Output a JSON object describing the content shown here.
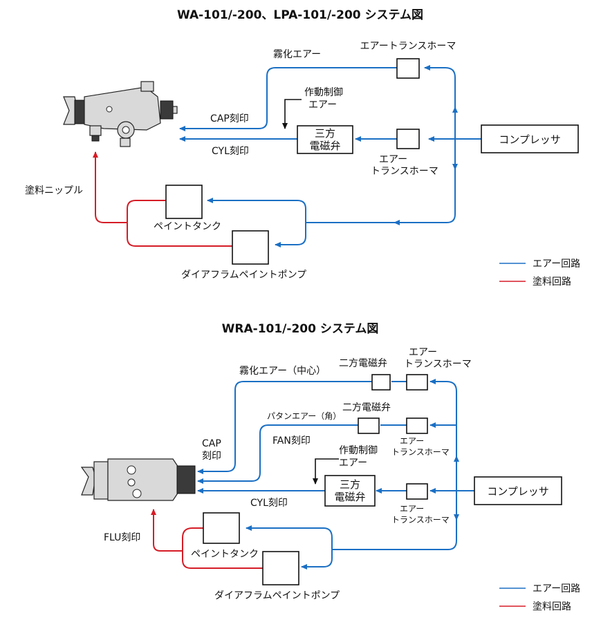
{
  "diagram1": {
    "title": "WA-101/-200、LPA-101/-200 システム図",
    "atomizing_air": "霧化エアー",
    "transformer_top": "エアートランスホーマ",
    "pilot_air_1": "作動制御",
    "pilot_air_2": "エアー",
    "cap_mark": "CAP刻印",
    "cyl_mark": "CYL刻印",
    "valve_1": "三方",
    "valve_2": "電磁弁",
    "transformer_low_1": "エアー",
    "transformer_low_2": "トランスホーマ",
    "compressor": "コンプレッサ",
    "paint_nipple": "塗料ニップル",
    "paint_tank": "ペイントタンク",
    "pump": "ダイアフラムペイントポンプ",
    "legend_air": "エアー回路",
    "legend_paint": "塗料回路"
  },
  "diagram2": {
    "title": "WRA-101/-200 システム図",
    "atomizing_air": "霧化エアー（中心）",
    "two_way_valve_1": "二方電磁弁",
    "transformer_top_1": "エアー",
    "transformer_top_2": "トランスホーマ",
    "pattern_air": "パタンエアー（角）",
    "two_way_valve_2": "二方電磁弁",
    "cap_mark_1": "CAP",
    "cap_mark_2": "刻印",
    "fan_mark": "FAN刻印",
    "transformer_mid_1": "エアー",
    "transformer_mid_2": "トランスホーマ",
    "pilot_air_1": "作動制御",
    "pilot_air_2": "エアー",
    "valve_1": "三方",
    "valve_2": "電磁弁",
    "cyl_mark": "CYL刻印",
    "transformer_low_1": "エアー",
    "transformer_low_2": "トランスホーマ",
    "compressor": "コンプレッサ",
    "flu_mark": "FLU刻印",
    "paint_tank": "ペイントタンク",
    "pump": "ダイアフラムペイントポンプ",
    "legend_air": "エアー回路",
    "legend_paint": "塗料回路"
  },
  "colors": {
    "air": "#1a6fc4",
    "paint": "#d51c26",
    "line": "#111111"
  }
}
